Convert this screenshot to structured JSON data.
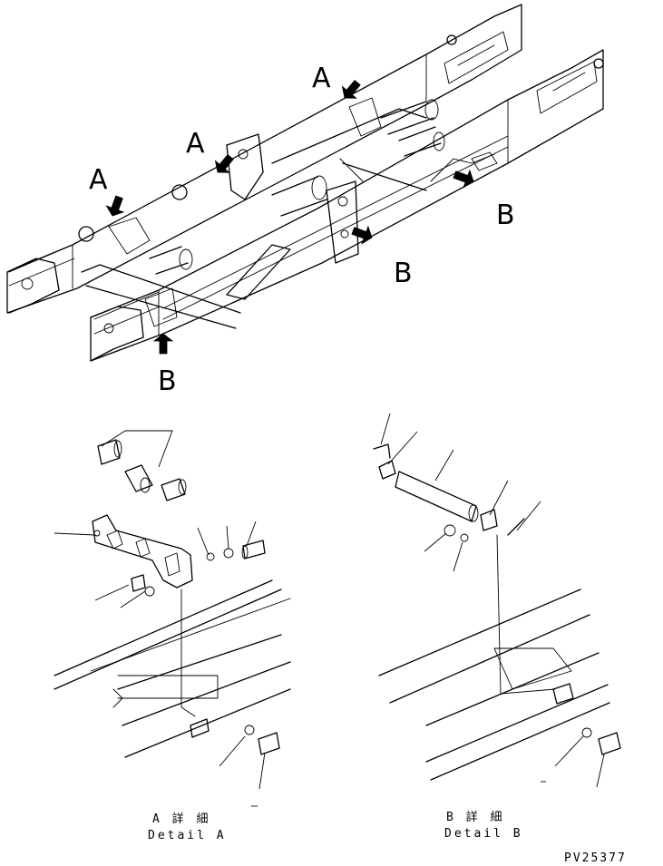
{
  "view_labels": {
    "a1": "A",
    "a2": "A",
    "a3": "A",
    "b1": "B",
    "b2": "B",
    "b3": "B"
  },
  "details": {
    "a": {
      "title_jp": "A 詳 細",
      "title_en": "Detail A"
    },
    "b": {
      "title_jp": "B 詳 細",
      "title_en": "Detail B"
    }
  },
  "drawing_code": "PV25377"
}
